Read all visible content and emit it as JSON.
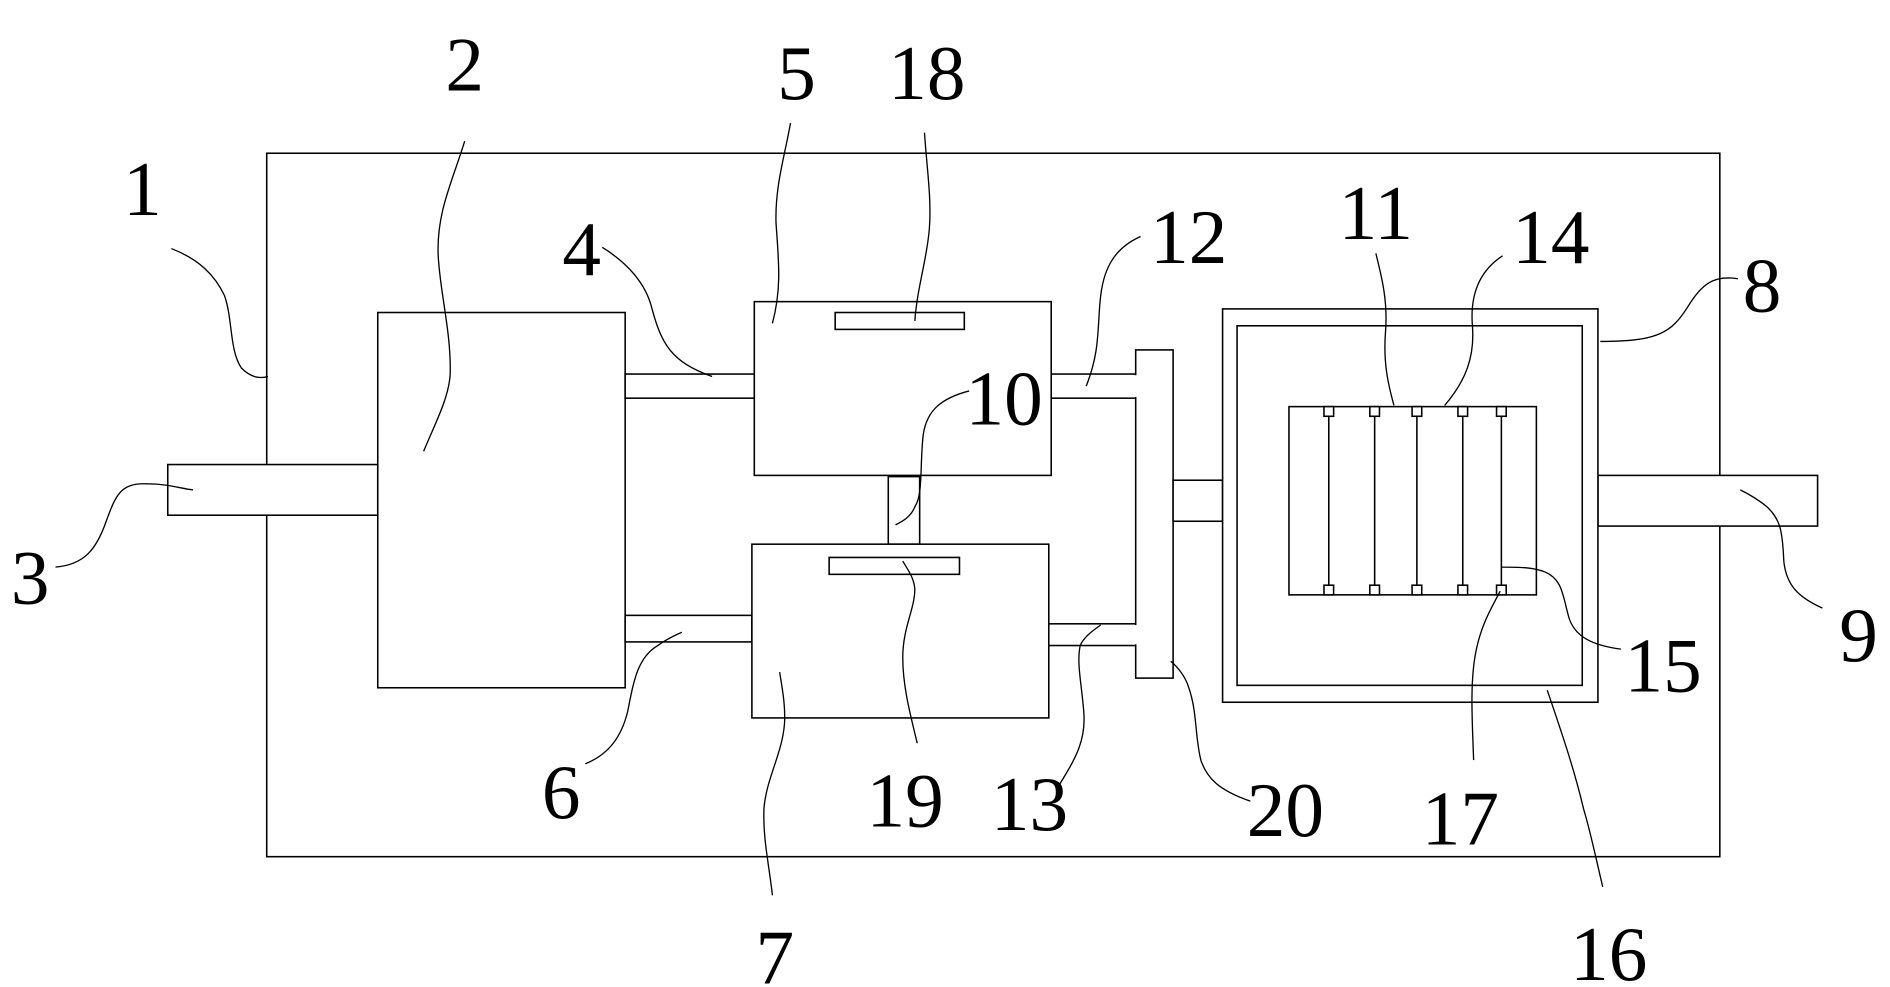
{
  "figure": {
    "type": "patent-schematic",
    "colors": {
      "stroke": "#000000",
      "background": "#ffffff"
    },
    "labels": {
      "housing": "1",
      "main_unit": "2",
      "inlet_pipe": "3",
      "upper_feed_pipe": "4",
      "upper_chamber": "5",
      "lower_feed_pipe": "6",
      "lower_chamber": "7",
      "outer_casing": "8",
      "outlet_pipe": "9",
      "connector": "10",
      "rod_frame": "11",
      "upper_outlet_pipe": "12",
      "lower_outlet_pipe": "13",
      "rod_top_mount": "14",
      "rod": "15",
      "inner_casing": "16",
      "rod_bottom_mount": "17",
      "upper_plate": "18",
      "lower_plate": "19",
      "manifold": "20"
    },
    "rod_count": 5
  }
}
